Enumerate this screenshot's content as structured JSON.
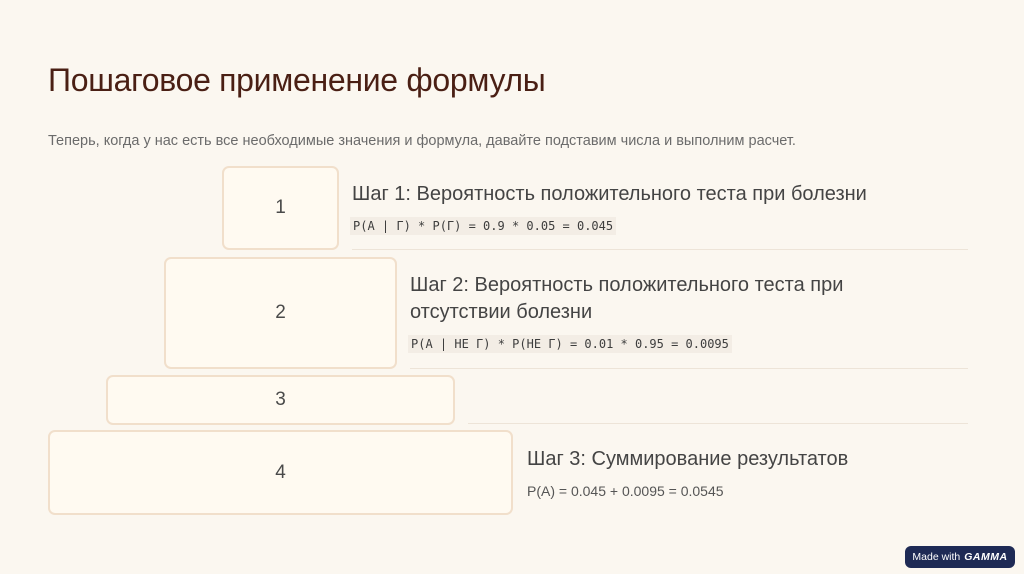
{
  "title": "Пошаговое применение формулы",
  "subtitle": "Теперь, когда у нас есть все необходимые значения и формула, давайте подставим числа и выполним расчет.",
  "boxes": [
    "1",
    "2",
    "3",
    "4"
  ],
  "steps": [
    {
      "title": "Шаг 1: Вероятность положительного теста при болезни",
      "formula": "P(A | Г) * P(Г) = 0.9 * 0.05 = 0.045"
    },
    {
      "title_line1": "Шаг 2: Вероятность положительного теста при",
      "title_line2": "отсутствии болезни",
      "formula": "P(A | НЕ Г) * P(НЕ Г) = 0.01 * 0.95 = 0.0095"
    },
    {
      "title": "Шаг 3: Суммирование результатов",
      "formula": "P(A) = 0.045 + 0.0095 = 0.0545"
    }
  ],
  "badge": {
    "prefix": "Made with",
    "brand": "GAMMA"
  },
  "colors": {
    "background": "#fbf7f0",
    "title": "#4a1f14",
    "box_border": "#f1dfcb",
    "badge": "#1e2a55"
  }
}
